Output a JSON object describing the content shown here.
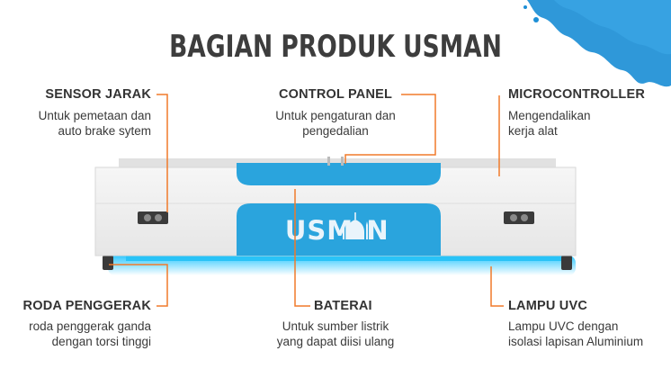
{
  "title": "BAGIAN PRODUK USMAN",
  "product_logo_text": "USMN",
  "colors": {
    "accent_blue": "#2aa4dd",
    "leader_orange": "#f07a2a",
    "body_gray": "#efefef",
    "title_gray": "#3d3d3d",
    "splash_blue": "#1d8fd6"
  },
  "parts": {
    "sensor_jarak": {
      "label": "SENSOR JARAK",
      "desc": [
        "Untuk pemetaan dan",
        "auto brake sytem"
      ]
    },
    "control_panel": {
      "label": "CONTROL PANEL",
      "desc": [
        "Untuk pengaturan dan",
        "pengedalian"
      ]
    },
    "microcontroller": {
      "label": "MICROCONTROLLER",
      "desc": [
        "Mengendalikan",
        "kerja alat"
      ]
    },
    "roda_penggerak": {
      "label": "RODA PENGGERAK",
      "desc": [
        "roda penggerak ganda",
        "dengan torsi tinggi"
      ]
    },
    "baterai": {
      "label": "BATERAI",
      "desc": [
        "Untuk sumber listrik",
        "yang dapat diisi ulang"
      ]
    },
    "lampu_uvc": {
      "label": "LAMPU UVC",
      "desc": [
        "Lampu UVC dengan",
        "isolasi lapisan Aluminium"
      ]
    }
  }
}
